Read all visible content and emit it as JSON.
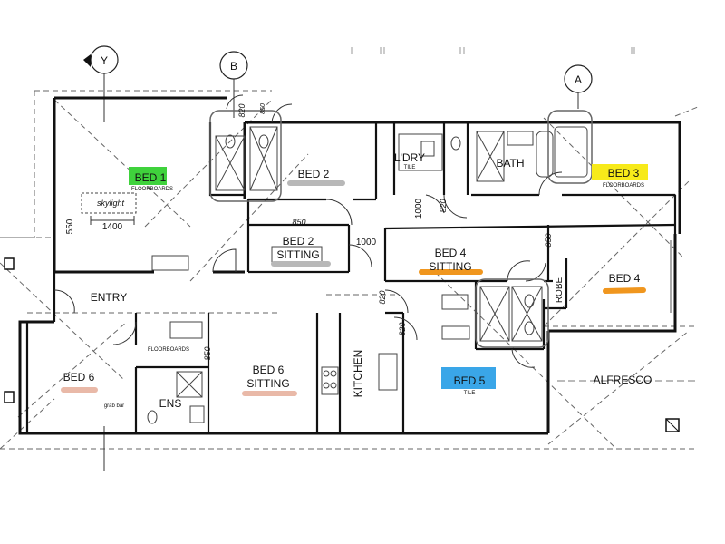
{
  "grid_labels": {
    "y": "Y",
    "b": "B",
    "a": "A"
  },
  "rooms": {
    "bed1": "BED 1",
    "bed1_floor": "FLOORBOARDS",
    "skylight": "skylight",
    "bed2": "BED 2",
    "bed2_sitting_1": "BED 2",
    "bed2_sitting_2": "SITTING",
    "ldry": "L'DRY",
    "ldry_floor": "TILE",
    "bath": "BATH",
    "bed3": "BED 3",
    "bed3_floor": "FLOORBOARDS",
    "bed4_sitting_1": "BED 4",
    "bed4_sitting_2": "SITTING",
    "bed4": "BED 4",
    "robe": "ROBE",
    "entry": "ENTRY",
    "floorboards": "FLOORBOARDS",
    "bed6": "BED 6",
    "grab_bar": "grab bar",
    "ens": "ENS",
    "bed6_sitting_1": "BED 6",
    "bed6_sitting_2": "SITTING",
    "kitchen": "KITCHEN",
    "bed5": "BED 5",
    "bed5_floor": "TILE",
    "alfresco": "ALFRESCO"
  },
  "dimensions": {
    "d1400": "1400",
    "d550": "550",
    "d850_top": "850",
    "d1000_mid": "1000",
    "d1000_vert": "1000",
    "d820_a": "820",
    "d820_b": "820",
    "d820_c": "820",
    "d820_d": "820",
    "d850_b": "850",
    "d850_r": "850",
    "d850_top2": "850"
  },
  "highlight_colors": {
    "bed1": "#3fd23c",
    "bed3": "#f7ea1a",
    "bed4": "#f0961e",
    "bed5": "#3aa6e8",
    "gray": "#b8b8b8",
    "pink": "#e9b9a8"
  }
}
